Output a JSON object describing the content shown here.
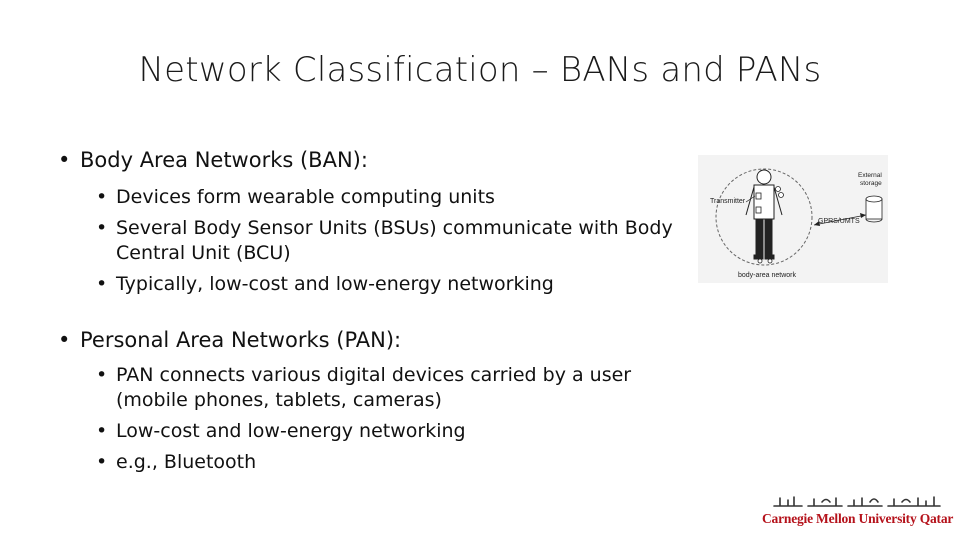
{
  "slide": {
    "title": "Network Classification – BANs and PANs",
    "sections": [
      {
        "heading": "Body Area Networks (BAN):",
        "bullets": [
          "Devices form wearable computing units",
          "Several Body Sensor Units (BSUs) communicate with Body Central Unit (BCU)",
          "Typically, low-cost and low-energy networking"
        ]
      },
      {
        "heading": "Personal Area Networks (PAN):",
        "bullets": [
          "PAN connects various digital devices carried by a user (mobile phones, tablets, cameras)",
          "Low-cost and low-energy networking",
          "e.g., Bluetooth"
        ]
      }
    ]
  },
  "diagram": {
    "labels": {
      "transmitter": "Transmitter",
      "external_storage_line1": "External",
      "external_storage_line2": "storage",
      "link": "GPRS/UMTS",
      "caption": "body-area network"
    },
    "icons": [
      "human-figure-icon",
      "storage-cylinder-icon",
      "sensor-node-icon"
    ]
  },
  "logo": {
    "text": "Carnegie Mellon University Qatar",
    "color": "#b5121b",
    "icon": "cmu-qatar-arabic-wordmark-icon"
  }
}
